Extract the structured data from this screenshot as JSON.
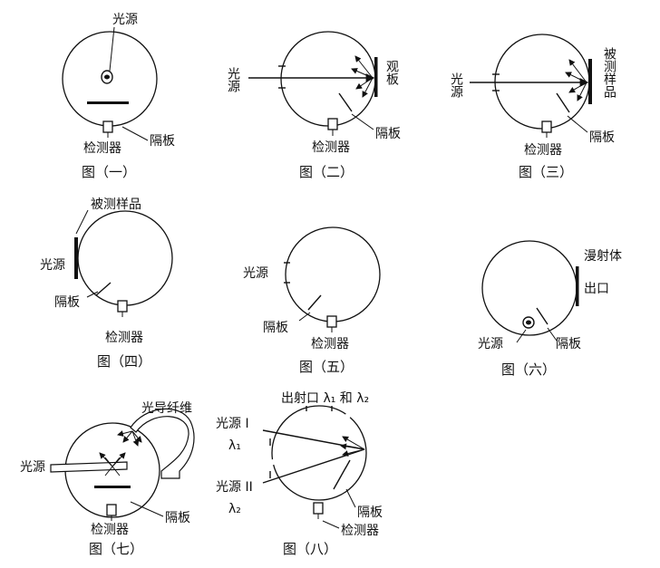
{
  "figures": [
    {
      "caption": "图（一）",
      "labels": {
        "light_source": "光源",
        "baffle": "隔板",
        "detector": "检测器"
      }
    },
    {
      "caption": "图（二）",
      "labels": {
        "light_source": "光源",
        "mirror": "观板",
        "baffle": "隔板",
        "detector": "检测器"
      }
    },
    {
      "caption": "图（三）",
      "labels": {
        "light_source": "光源",
        "sample": "被测样品",
        "baffle": "隔板",
        "detector": "检测器"
      }
    },
    {
      "caption": "图（四）",
      "labels": {
        "sample": "被测样品",
        "light_source": "光源",
        "baffle": "隔板",
        "detector": "检测器"
      }
    },
    {
      "caption": "图（五）",
      "labels": {
        "light_source": "光源",
        "baffle": "隔板",
        "detector": "检测器"
      }
    },
    {
      "caption": "图（六）",
      "labels": {
        "diffuser": "漫射体",
        "outlet": "出口",
        "light_source": "光源",
        "baffle": "隔板"
      }
    },
    {
      "caption": "图（七）",
      "labels": {
        "fiber": "光导纤维",
        "light_source": "光源",
        "detector": "检测器",
        "baffle": "隔板"
      }
    },
    {
      "caption": "图（八）",
      "labels": {
        "outlet": "出射口 λ₁ 和 λ₂",
        "source1": "光源 I",
        "lambda1": "λ₁",
        "source2": "光源 II",
        "lambda2": "λ₂",
        "baffle": "隔板",
        "detector": "检测器"
      }
    }
  ]
}
